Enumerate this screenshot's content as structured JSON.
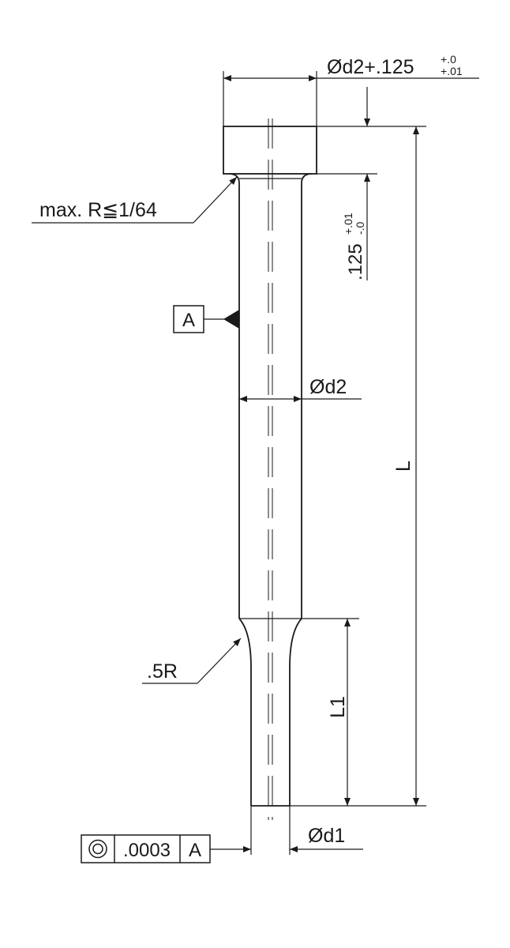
{
  "head_diameter": {
    "base": "Ød2+.125",
    "tol_upper": "+.0",
    "tol_lower": "+.01"
  },
  "head_height": {
    "base": ".125",
    "tol_upper": "+.01",
    "tol_lower": "-.0"
  },
  "fillet_note": "max. R≦1/64",
  "datum": "A",
  "shank_diameter": "Ød2",
  "overall_length": "L",
  "tip_length": "L1",
  "transition_radius": ".5R",
  "tip_diameter": "Ød1",
  "concentricity": {
    "symbol_name": "concentricity-icon",
    "tolerance": ".0003",
    "datum": "A"
  }
}
